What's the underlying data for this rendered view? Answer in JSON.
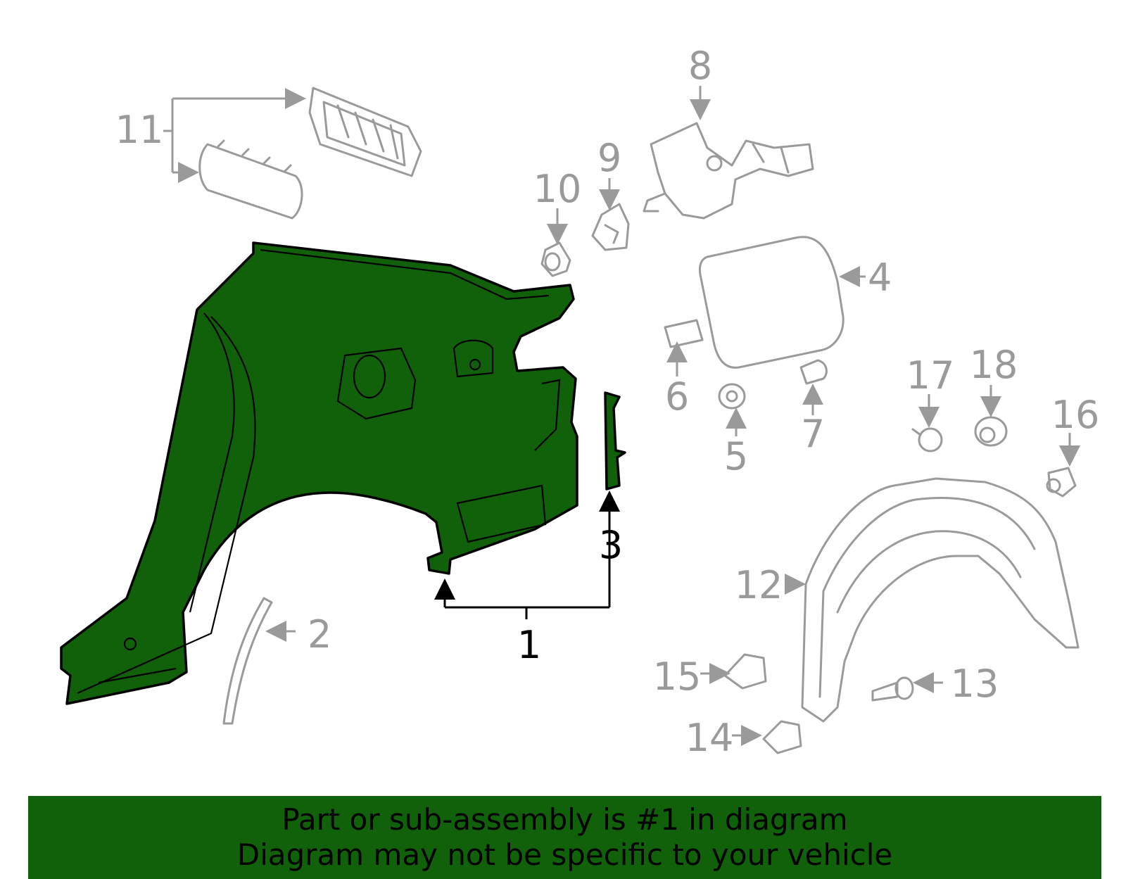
{
  "callouts": {
    "c1": "1",
    "c2": "2",
    "c3": "3",
    "c4": "4",
    "c5": "5",
    "c6": "6",
    "c7": "7",
    "c8": "8",
    "c9": "9",
    "c10": "10",
    "c11": "11",
    "c12": "12",
    "c13": "13",
    "c14": "14",
    "c15": "15",
    "c16": "16",
    "c17": "17",
    "c18": "18"
  },
  "banner": {
    "line1": "Part or sub-assembly is #1 in diagram",
    "line2": "Diagram may not be specific to your vehicle"
  },
  "colors": {
    "highlight": "#11600a",
    "part_outline": "#9a9a9a",
    "main_outline": "#000000",
    "background": "#ffffff"
  }
}
